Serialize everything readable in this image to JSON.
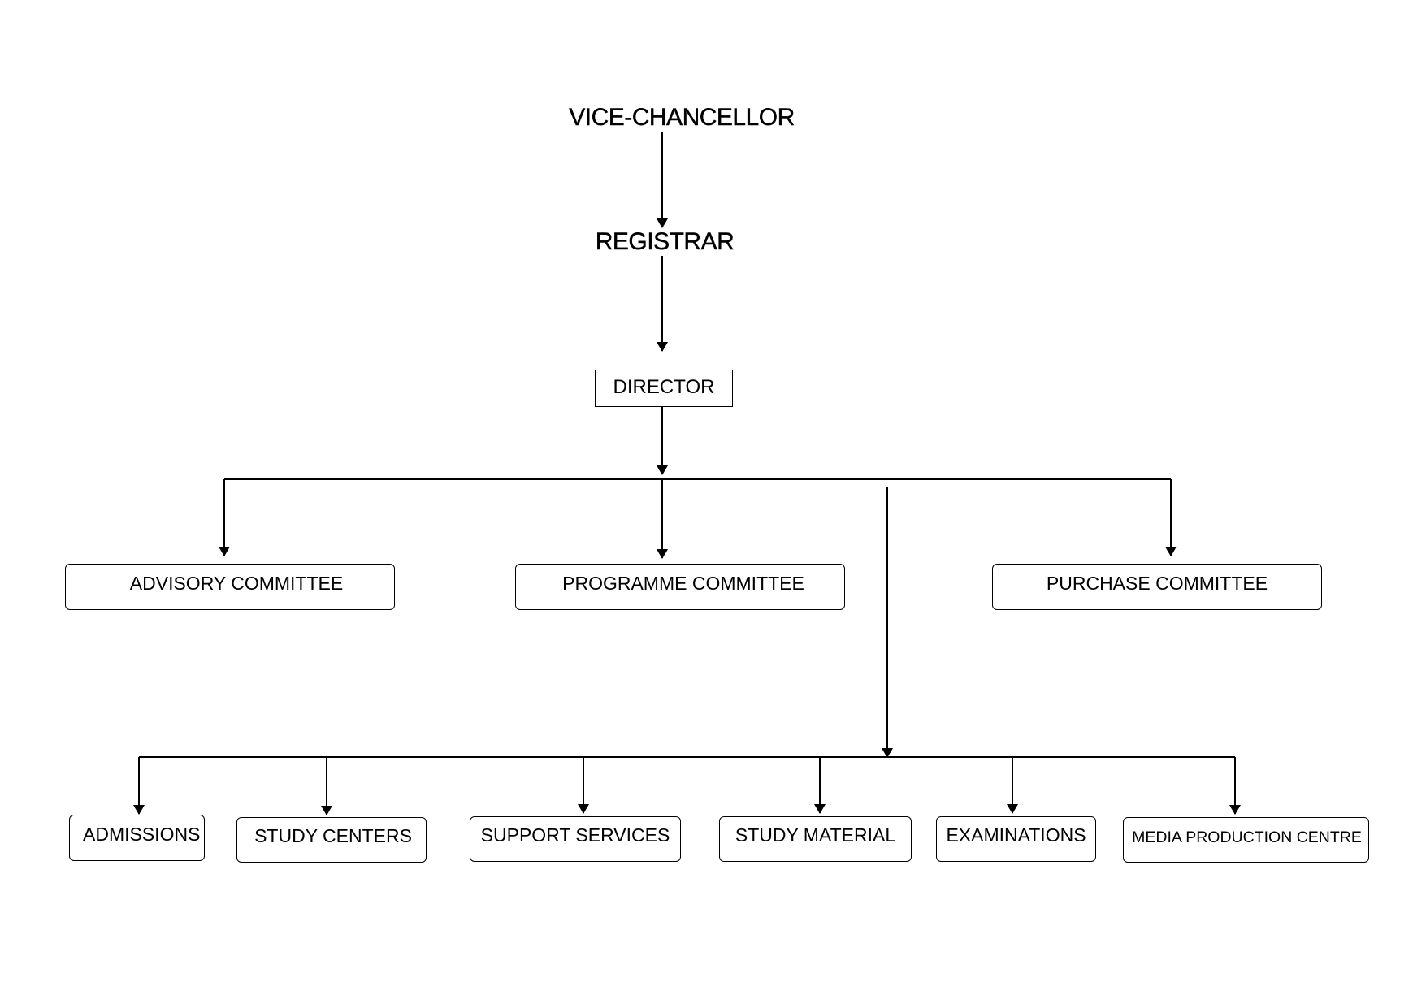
{
  "chart": {
    "top": {
      "vice_chancellor": "VICE-CHANCELLOR",
      "registrar": "REGISTRAR",
      "director": "DIRECTOR"
    },
    "committees": [
      {
        "id": "advisory",
        "label": "ADVISORY COMMITTEE"
      },
      {
        "id": "programme",
        "label": "PROGRAMME COMMITTEE"
      },
      {
        "id": "purchase",
        "label": "PURCHASE COMMITTEE"
      }
    ],
    "units": [
      {
        "id": "admissions",
        "label": "ADMISSIONS"
      },
      {
        "id": "study-centers",
        "label": "STUDY CENTERS"
      },
      {
        "id": "support-services",
        "label": "SUPPORT SERVICES"
      },
      {
        "id": "study-material",
        "label": "STUDY MATERIAL"
      },
      {
        "id": "examinations",
        "label": "EXAMINATIONS"
      },
      {
        "id": "media",
        "label": "MEDIA PRODUCTION CENTRE"
      }
    ],
    "line_color": "#000000"
  }
}
